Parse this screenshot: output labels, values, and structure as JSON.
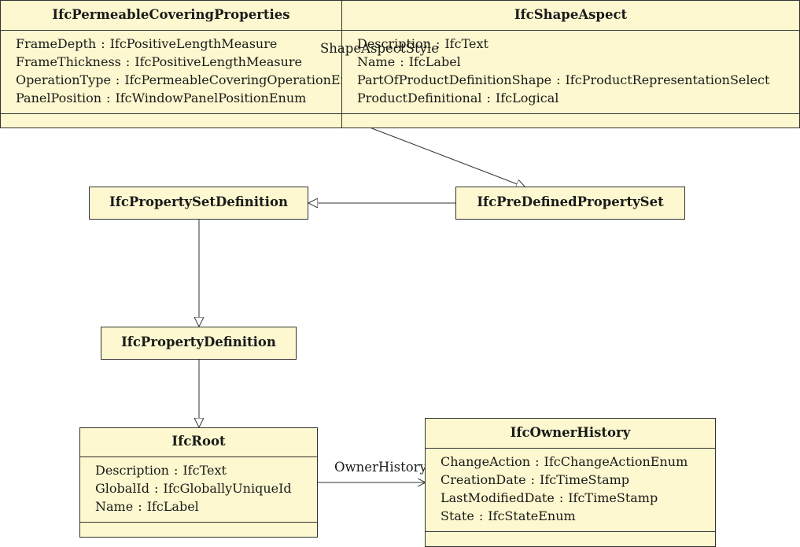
{
  "classes": {
    "permeable": {
      "name": "IfcPermeableCoveringProperties",
      "attributes": [
        {
          "name": "FrameDepth",
          "type": "IfcPositiveLengthMeasure"
        },
        {
          "name": "FrameThickness",
          "type": "IfcPositiveLengthMeasure"
        },
        {
          "name": "OperationType",
          "type": "IfcPermeableCoveringOperationEnum"
        },
        {
          "name": "PanelPosition",
          "type": "IfcWindowPanelPositionEnum"
        }
      ]
    },
    "shapeaspect": {
      "name": "IfcShapeAspect",
      "attributes": [
        {
          "name": "Description",
          "type": "IfcText"
        },
        {
          "name": "Name",
          "type": "IfcLabel"
        },
        {
          "name": "PartOfProductDefinitionShape",
          "type": "IfcProductRepresentationSelect"
        },
        {
          "name": "ProductDefinitional",
          "type": "IfcLogical"
        }
      ]
    },
    "propsetdef": {
      "name": "IfcPropertySetDefinition"
    },
    "predefined": {
      "name": "IfcPreDefinedPropertySet"
    },
    "propdef": {
      "name": "IfcPropertyDefinition"
    },
    "root": {
      "name": "IfcRoot",
      "attributes": [
        {
          "name": "Description",
          "type": "IfcText"
        },
        {
          "name": "GlobalId",
          "type": "IfcGloballyUniqueId"
        },
        {
          "name": "Name",
          "type": "IfcLabel"
        }
      ]
    },
    "ownerhistory": {
      "name": "IfcOwnerHistory",
      "attributes": [
        {
          "name": "ChangeAction",
          "type": "IfcChangeActionEnum"
        },
        {
          "name": "CreationDate",
          "type": "IfcTimeStamp"
        },
        {
          "name": "LastModifiedDate",
          "type": "IfcTimeStamp"
        },
        {
          "name": "State",
          "type": "IfcStateEnum"
        }
      ]
    }
  },
  "relations": {
    "shape_aspect_style": "ShapeAspectStyle",
    "owner_history": "OwnerHistory"
  },
  "colors": {
    "box_fill": "#fdf8cf",
    "line": "#333333"
  }
}
